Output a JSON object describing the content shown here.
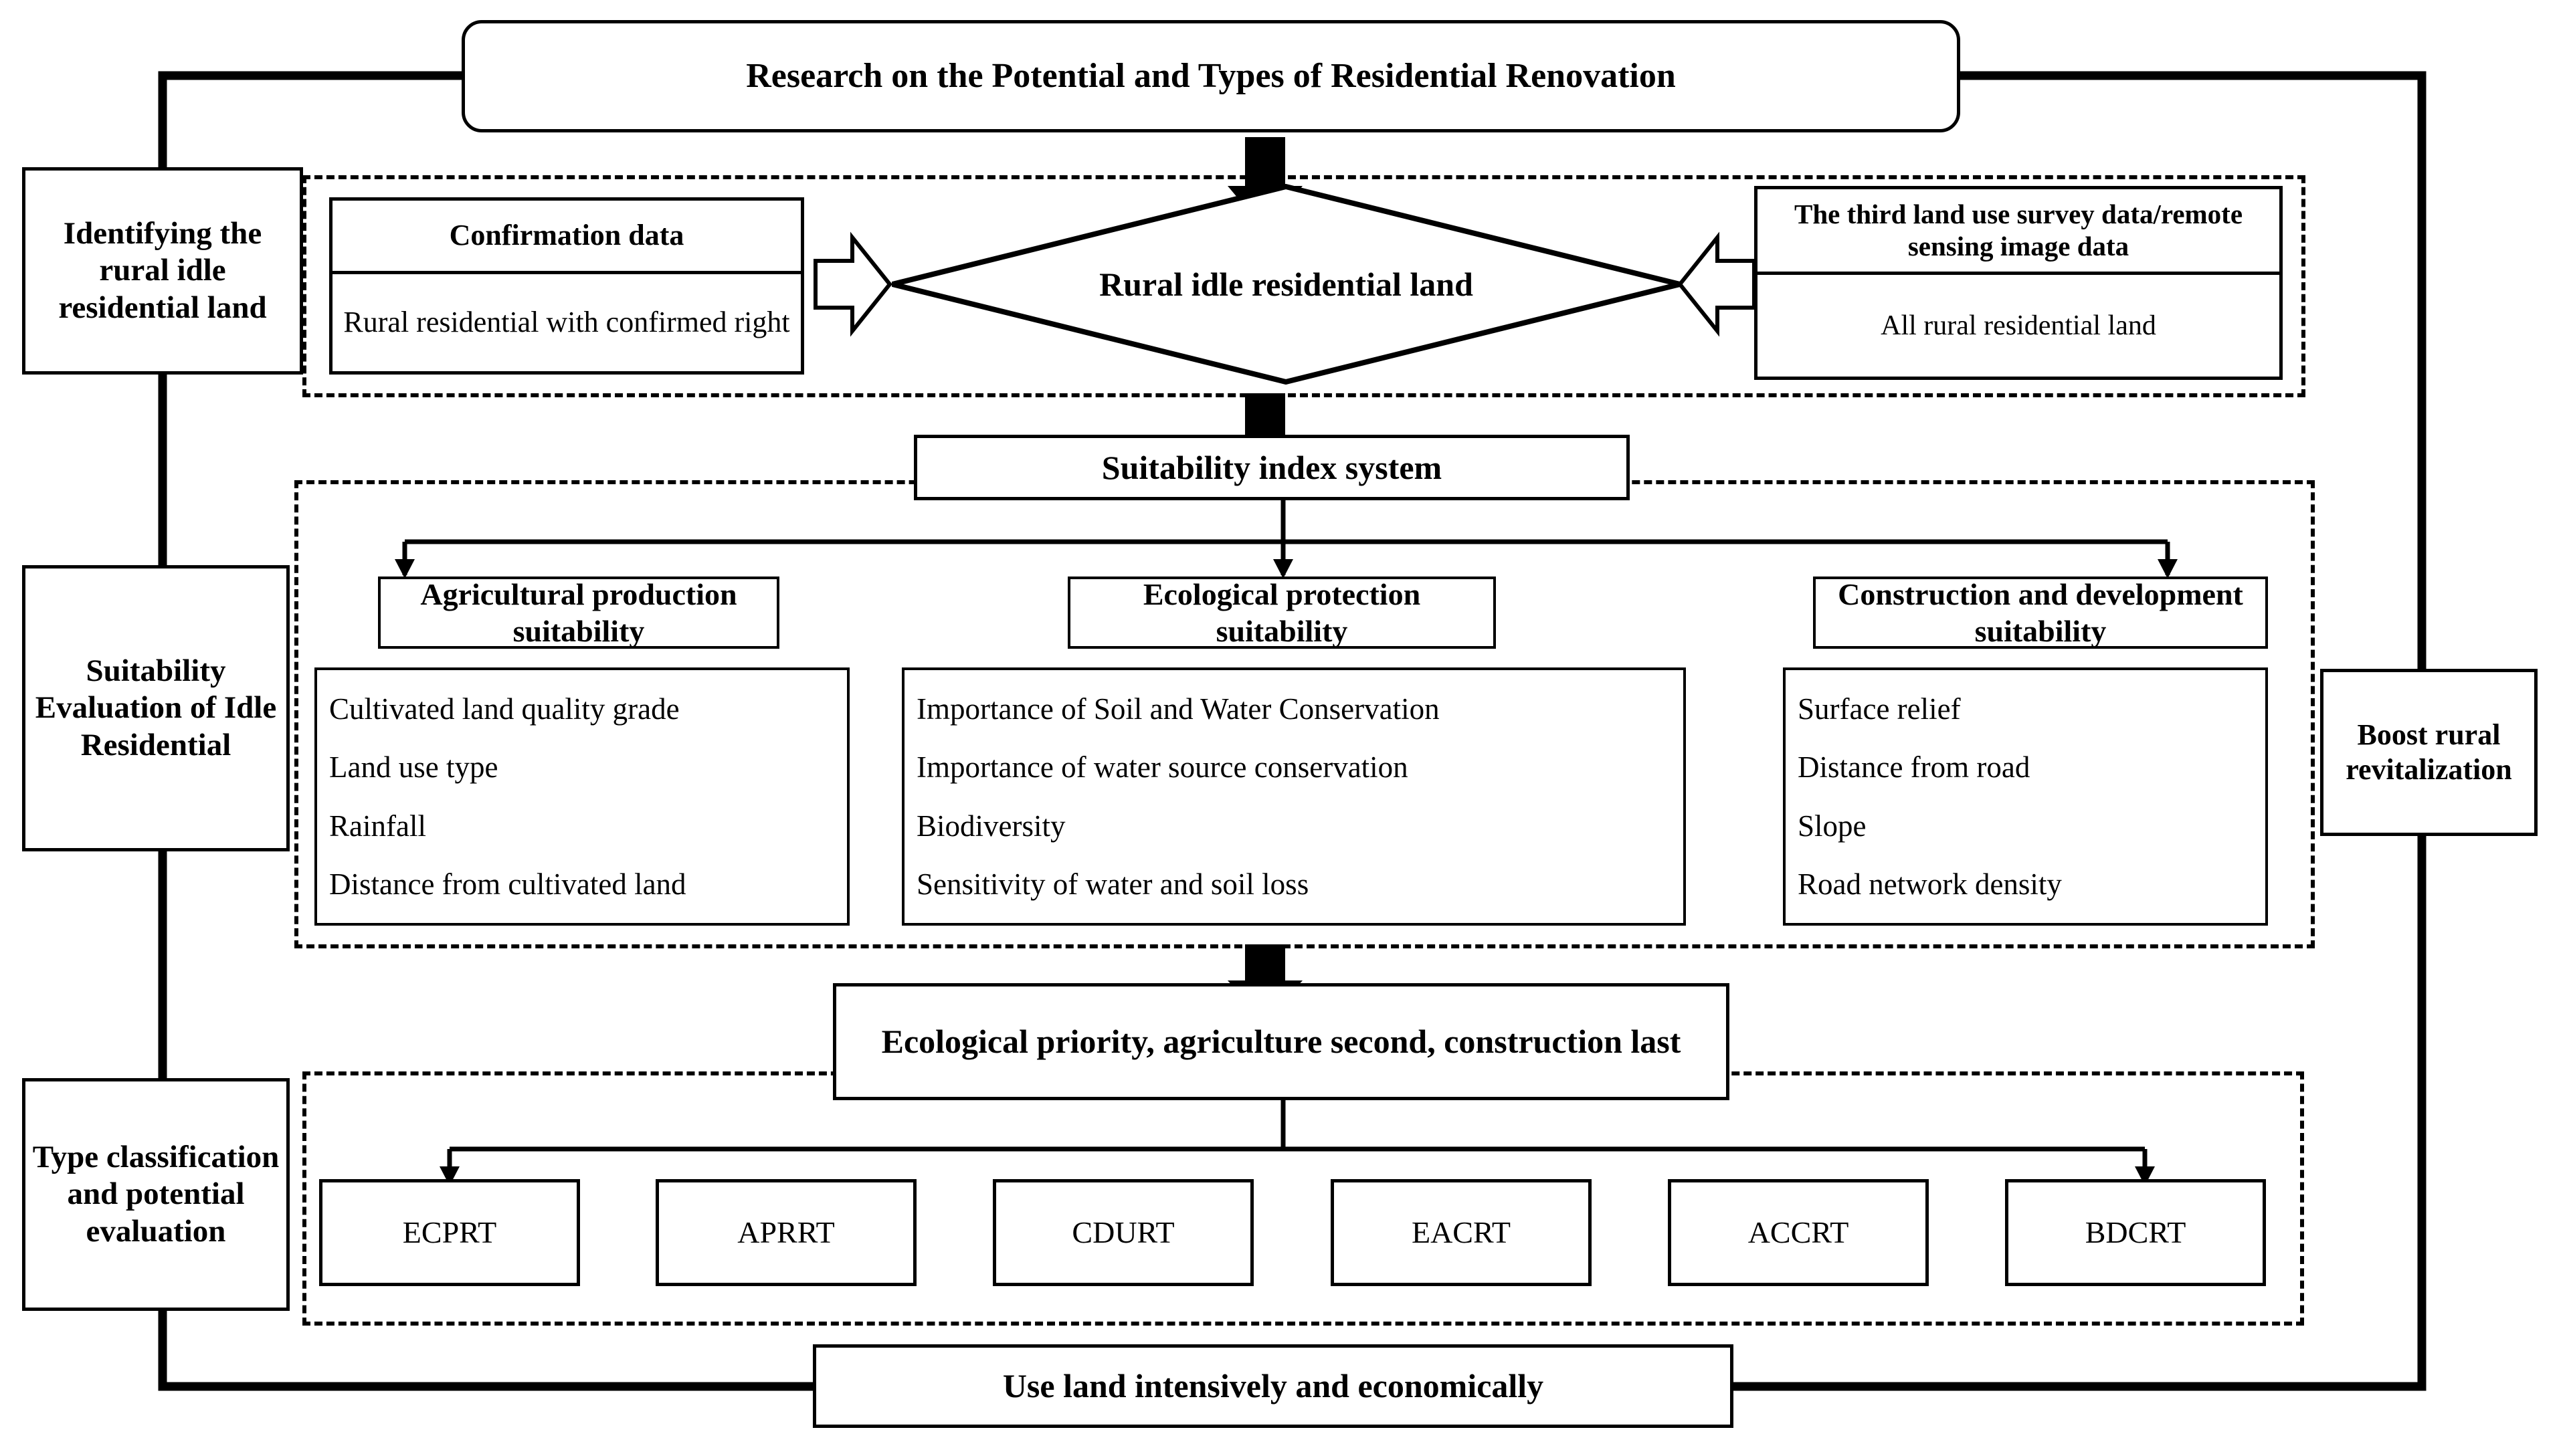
{
  "title": "Research on the Potential and Types of Residential Renovation",
  "stages": [
    {
      "id": "identify",
      "label": "Identifying the rural idle residential land"
    },
    {
      "id": "suitability",
      "label": "Suitability Evaluation of Idle Residential"
    },
    {
      "id": "classification",
      "label": "Type classification and potential evaluation"
    }
  ],
  "identification": {
    "left_card": {
      "header": "Confirmation data",
      "body": "Rural residential with confirmed right"
    },
    "decision": "Rural idle residential land",
    "right_card": {
      "header": "The third land use survey data/remote sensing image data",
      "body": "All rural residential land"
    }
  },
  "index_system": {
    "label": "Suitability index system",
    "groups": [
      {
        "title": "Agricultural production suitability",
        "indicators": [
          "Cultivated land quality grade",
          "Land use type",
          "Rainfall",
          "Distance from cultivated land"
        ]
      },
      {
        "title": "Ecological protection suitability",
        "indicators": [
          "Importance of Soil and Water Conservation",
          "Importance of water source conservation",
          "Biodiversity",
          "Sensitivity of water and soil loss"
        ]
      },
      {
        "title": "Construction and development  suitability",
        "indicators": [
          "Surface relief",
          "Distance from road",
          "Slope",
          "Road network density"
        ]
      }
    ]
  },
  "principle": "Ecological priority, agriculture second, construction last",
  "types": [
    "ECPRT",
    "APRRT",
    "CDURT",
    "EACRT",
    "ACCRT",
    "BDCRT"
  ],
  "outcome": "Use land intensively and economically",
  "side_goal": "Boost rural revitalization",
  "colors": {
    "stroke": "#000000",
    "background": "#ffffff"
  }
}
